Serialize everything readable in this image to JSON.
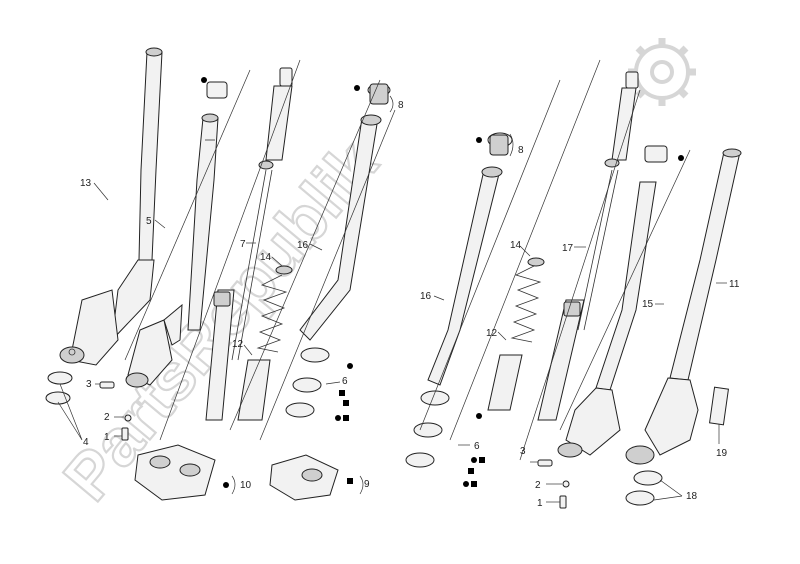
{
  "watermark": {
    "text": "PartsRepublik",
    "icon": "gear-icon"
  },
  "callouts": [
    {
      "id": "left-13",
      "text": "13"
    },
    {
      "id": "left-5",
      "text": "5"
    },
    {
      "id": "left-7",
      "text": "7"
    },
    {
      "id": "left-14",
      "text": "14"
    },
    {
      "id": "left-16",
      "text": "16"
    },
    {
      "id": "left-8",
      "text": "8"
    },
    {
      "id": "left-12",
      "text": "12"
    },
    {
      "id": "left-6",
      "text": "6"
    },
    {
      "id": "left-3",
      "text": "3"
    },
    {
      "id": "left-2",
      "text": "2"
    },
    {
      "id": "left-1",
      "text": "1"
    },
    {
      "id": "left-4",
      "text": "4"
    },
    {
      "id": "left-10",
      "text": "10"
    },
    {
      "id": "left-9",
      "text": "9"
    },
    {
      "id": "right-8",
      "text": "8"
    },
    {
      "id": "right-14",
      "text": "14"
    },
    {
      "id": "right-17",
      "text": "17"
    },
    {
      "id": "right-16",
      "text": "16"
    },
    {
      "id": "right-12",
      "text": "12"
    },
    {
      "id": "right-15",
      "text": "15"
    },
    {
      "id": "right-11",
      "text": "11"
    },
    {
      "id": "right-6",
      "text": "6"
    },
    {
      "id": "right-3",
      "text": "3"
    },
    {
      "id": "right-2",
      "text": "2"
    },
    {
      "id": "right-1",
      "text": "1"
    },
    {
      "id": "right-18",
      "text": "18"
    },
    {
      "id": "right-19",
      "text": "19"
    }
  ]
}
